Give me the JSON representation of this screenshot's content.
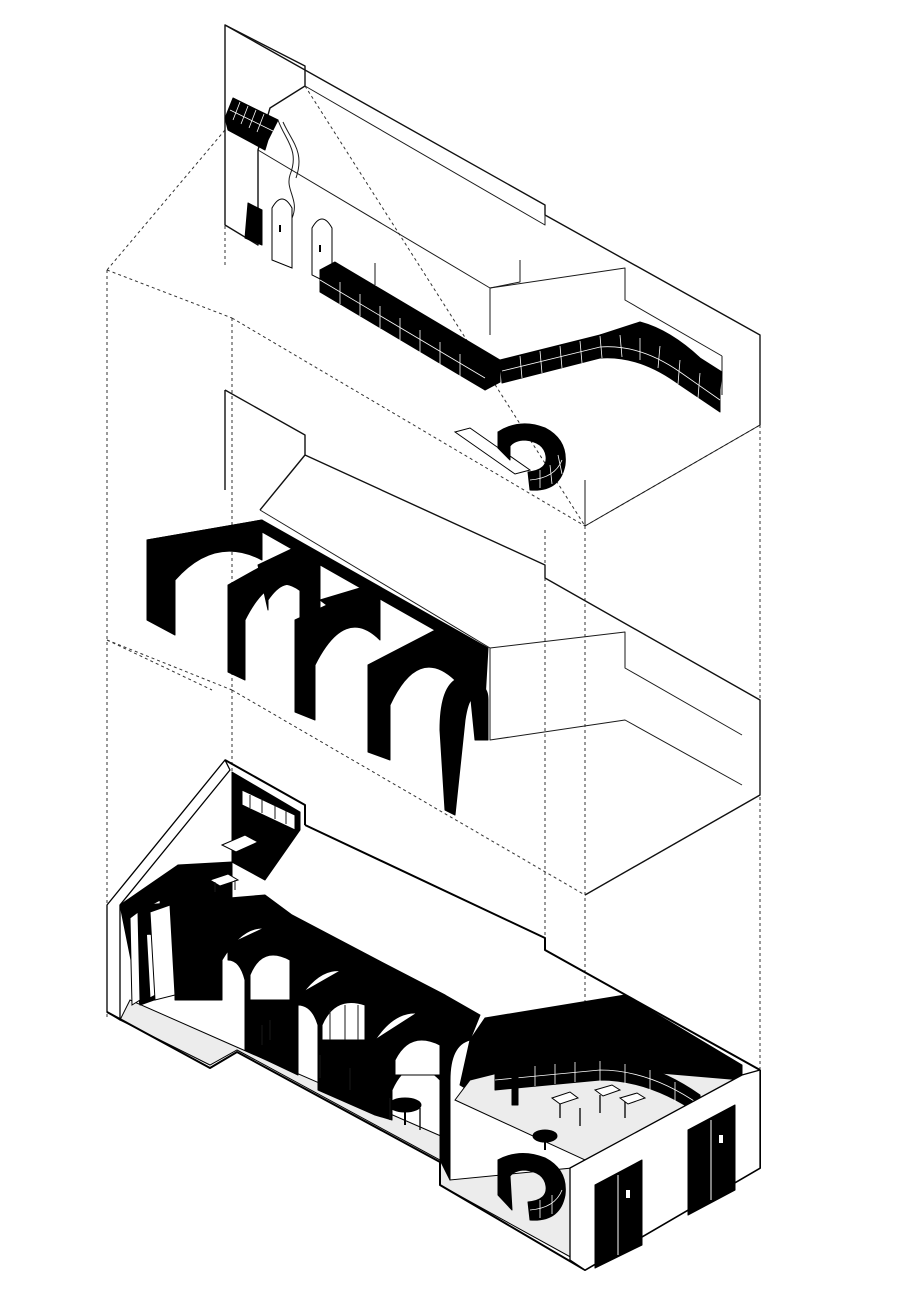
{
  "figure": {
    "type": "exploded-axonometric",
    "palette": {
      "ink": "#000000",
      "paper": "#ffffff",
      "floor": "#ececec"
    },
    "layers": [
      {
        "id": "upper",
        "elements": [
          "tiled-bench",
          "cabinet-row",
          "arched-doors",
          "curved-bar-counter"
        ]
      },
      {
        "id": "middle",
        "elements": [
          "black-arch-frames"
        ]
      },
      {
        "id": "ground",
        "elements": [
          "floor-plan",
          "arched-bays",
          "tables-and-chairs",
          "bar",
          "entrance-doors"
        ]
      }
    ]
  }
}
